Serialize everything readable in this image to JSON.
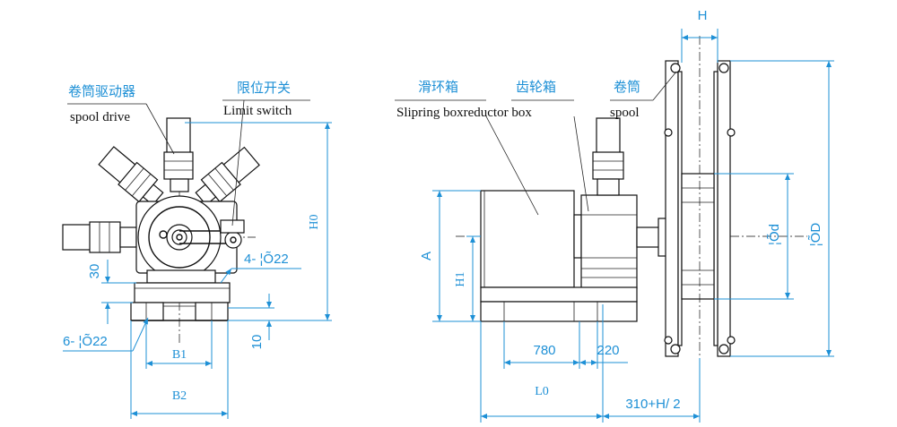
{
  "left_view": {
    "label_spool_drive_cn": "卷筒驱动器",
    "label_spool_drive_en": "spool drive",
    "label_limit_switch_cn": "限位开关",
    "label_limit_switch_en": "Limit switch",
    "dim_h0": "H0",
    "dim_30": "30",
    "dim_10": "10",
    "dim_4_holes": "4- ¦Õ22",
    "dim_6_holes": "6- ¦Õ22",
    "dim_b1": "B1",
    "dim_b2": "B2"
  },
  "right_view": {
    "label_slipring_cn": "滑环箱",
    "label_gearbox_cn": "齿轮箱",
    "label_spool_cn": "卷筒",
    "label_slipring_reductor_en": "Slipring boxreductor box",
    "label_spool_en": "spool",
    "dim_h": "H",
    "dim_a": "A",
    "dim_h1": "H1",
    "dim_780": "780",
    "dim_220": "220",
    "dim_l0": "L0",
    "dim_310": "310+H/ 2",
    "dim_d_small": "¦Õd",
    "dim_d_large": "¦ÕD"
  }
}
